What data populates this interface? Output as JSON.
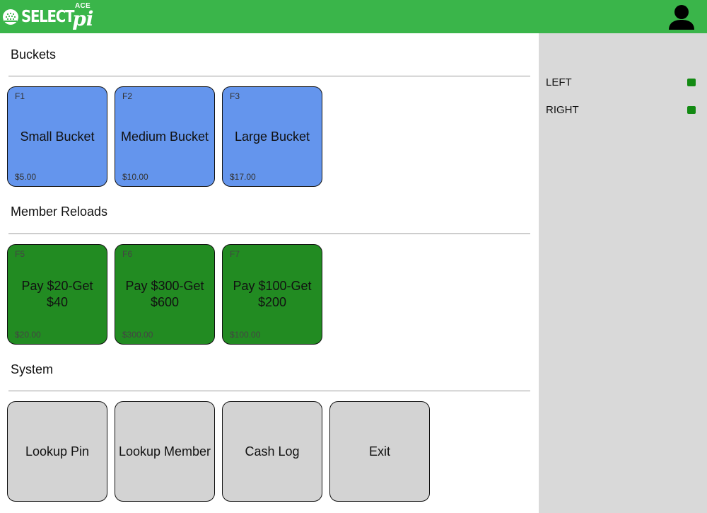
{
  "app": {
    "logo_text": "SELECT",
    "logo_pi": "pi",
    "logo_ace": "ACE"
  },
  "sidebar": {
    "lanes": [
      {
        "label": "LEFT",
        "status_color": "#138a13"
      },
      {
        "label": "RIGHT",
        "status_color": "#138a13"
      }
    ]
  },
  "sections": {
    "buckets": {
      "title": "Buckets",
      "tiles": [
        {
          "key": "F1",
          "name": "Small Bucket",
          "price": "$5.00"
        },
        {
          "key": "F2",
          "name": "Medium Bucket",
          "price": "$10.00"
        },
        {
          "key": "F3",
          "name": "Large Bucket",
          "price": "$17.00"
        }
      ]
    },
    "reloads": {
      "title": "Member Reloads",
      "tiles": [
        {
          "key": "F5",
          "name": "Pay $20-Get $40",
          "price": "$20.00"
        },
        {
          "key": "F6",
          "name": "Pay $300-Get $600",
          "price": "$300.00"
        },
        {
          "key": "F7",
          "name": "Pay $100-Get $200",
          "price": "$100.00"
        }
      ]
    },
    "system": {
      "title": "System",
      "tiles": [
        {
          "name": "Lookup Pin"
        },
        {
          "name": "Lookup Member"
        },
        {
          "name": "Cash Log"
        },
        {
          "name": "Exit"
        }
      ]
    }
  },
  "colors": {
    "header": "#3ab54a",
    "bucket_tile": "#6495ed",
    "reload_tile": "#228b22",
    "system_tile": "#d3d3d3",
    "sidebar": "#d9d9d9"
  },
  "icons": {
    "logo": "golf-ball-icon",
    "user": "user-icon"
  }
}
